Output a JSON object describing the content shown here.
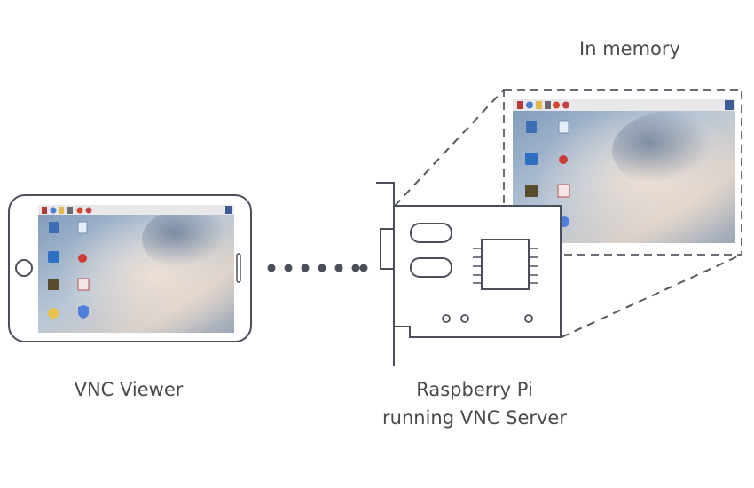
{
  "labels": {
    "in_memory": "In memory",
    "vnc_viewer": "VNC Viewer",
    "raspberry_pi_line1": "Raspberry Pi",
    "raspberry_pi_line2": "running VNC Server"
  },
  "colors": {
    "outline": "#4b4f5c",
    "dots": "#4b4f5c",
    "text": "#4a4a4a",
    "sky_top": "#6f8fb4",
    "sky_bottom": "#d9c7be"
  },
  "icons": {
    "desktop_icons": [
      "trash-icon",
      "document-icon",
      "vnc-icon",
      "raspberry-icon",
      "minecraft-icon",
      "mathematica-icon",
      "python-icon",
      "shield-icon"
    ]
  }
}
